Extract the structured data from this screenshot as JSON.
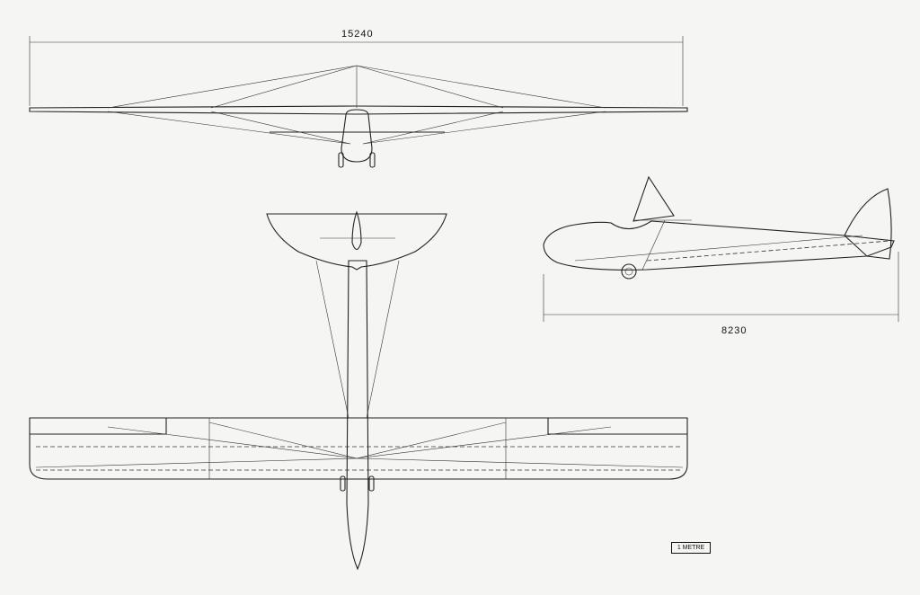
{
  "title": "Glider three-view drawing",
  "dimensions": {
    "span": "15240",
    "length": "8230"
  },
  "scale_bar": "1 METRE",
  "views": [
    "front-view",
    "plan-view",
    "side-view"
  ]
}
